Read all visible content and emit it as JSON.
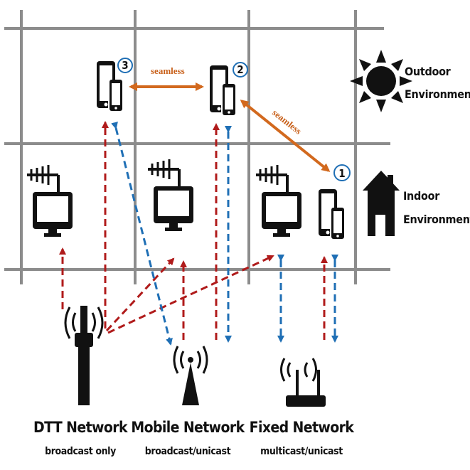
{
  "environments": {
    "outdoor": "Outdoor\nEnvironment",
    "indoor": "Indoor\nEnvironment"
  },
  "seamless_label": "seamless",
  "devices": {
    "d1": "1",
    "d2": "2",
    "d3": "3"
  },
  "networks": [
    {
      "title": "DTT Network",
      "subtitle": "broadcast only"
    },
    {
      "title": "Mobile Network",
      "subtitle": "broadcast/unicast"
    },
    {
      "title": "Fixed Network",
      "subtitle": "multicast/unicast"
    }
  ],
  "colors": {
    "broadcast_arrow": "#b01b1b",
    "unicast_arrow": "#1f6fb5",
    "seamless_arrow": "#d2691e",
    "grid": "#8c8c8c",
    "badge_ring": "#1f6fb5",
    "icons": "#111111"
  },
  "icons": [
    "antenna-tv-icon",
    "smartphone-tablet-icon",
    "sun-icon",
    "house-icon",
    "broadcast-tower-icon",
    "cell-tower-icon",
    "router-icon"
  ]
}
